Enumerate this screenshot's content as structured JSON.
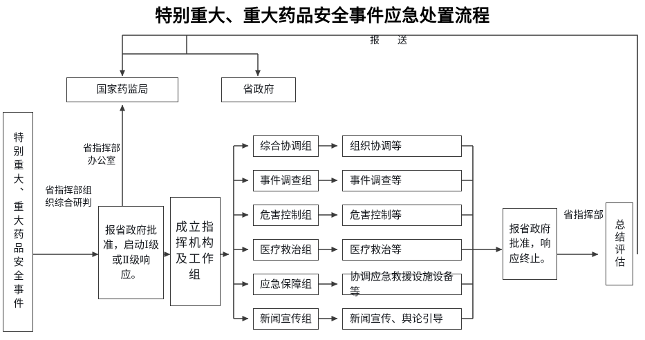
{
  "title": "特别重大、重大药品安全事件应急处置流程",
  "nodes": {
    "source": "特别重大、重大药品安全事件",
    "nmpa": "国家药监局",
    "province_gov": "省政府",
    "start_response": "报省政府批准，启动Ⅰ级或Ⅱ级响应。",
    "setup_org": "成立指挥机构及工作组",
    "end_response": "报省政府批准，响应终止。",
    "summary": "总结评估"
  },
  "labels": {
    "report": "报　送",
    "office": "省指挥部\n办公室",
    "judge": "省指挥部组\n织综合研判",
    "command": "省指挥部"
  },
  "groups": [
    {
      "name": "综合协调组",
      "duty": "组织协调等"
    },
    {
      "name": "事件调查组",
      "duty": "事件调查等"
    },
    {
      "name": "危害控制组",
      "duty": "危害控制等"
    },
    {
      "name": "医疗救治组",
      "duty": "医疗救治等"
    },
    {
      "name": "应急保障组",
      "duty": "协调应急救援设施设备等"
    },
    {
      "name": "新闻宣传组",
      "duty": "新闻宣传、舆论引导"
    }
  ],
  "colors": {
    "line": "#3a3a3a",
    "text": "#15181d",
    "background": "#ffffff"
  }
}
